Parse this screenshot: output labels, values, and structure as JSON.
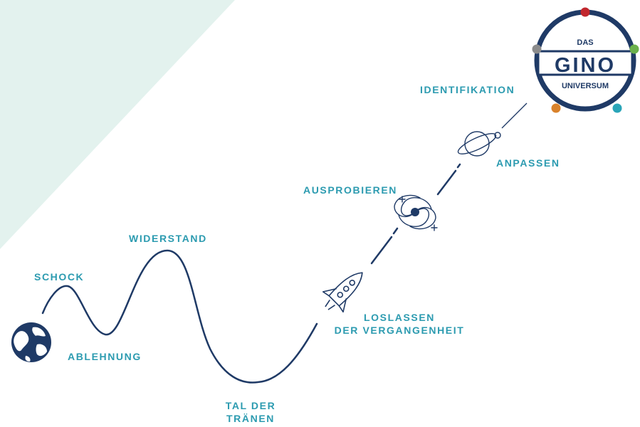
{
  "stages": {
    "schock": "SCHOCK",
    "ablehnung": "ABLEHNUNG",
    "widerstand": "WIDERSTAND",
    "tal_line1": "TAL DER",
    "tal_line2": "TRÄNEN",
    "loslassen_line1": "LOSLASSEN",
    "loslassen_line2": "DER VERGANGENHEIT",
    "ausprobieren": "AUSPROBIEREN",
    "anpassen": "ANPASSEN",
    "identifikation": "IDENTIFIKATION"
  },
  "logo": {
    "top": "DAS",
    "main": "GINO",
    "bottom": "UNIVERSUM",
    "dot_colors": [
      "#c1272d",
      "#6ab04c",
      "#2aa5b8",
      "#d9822b",
      "#8c8c8c"
    ]
  },
  "colors": {
    "accent": "#2c9bb0",
    "line": "#1f3a66",
    "background_shape": "#e3f2ee"
  },
  "icons": [
    "globe-icon",
    "rocket-icon",
    "galaxy-icon",
    "planet-icon",
    "logo-badge"
  ]
}
